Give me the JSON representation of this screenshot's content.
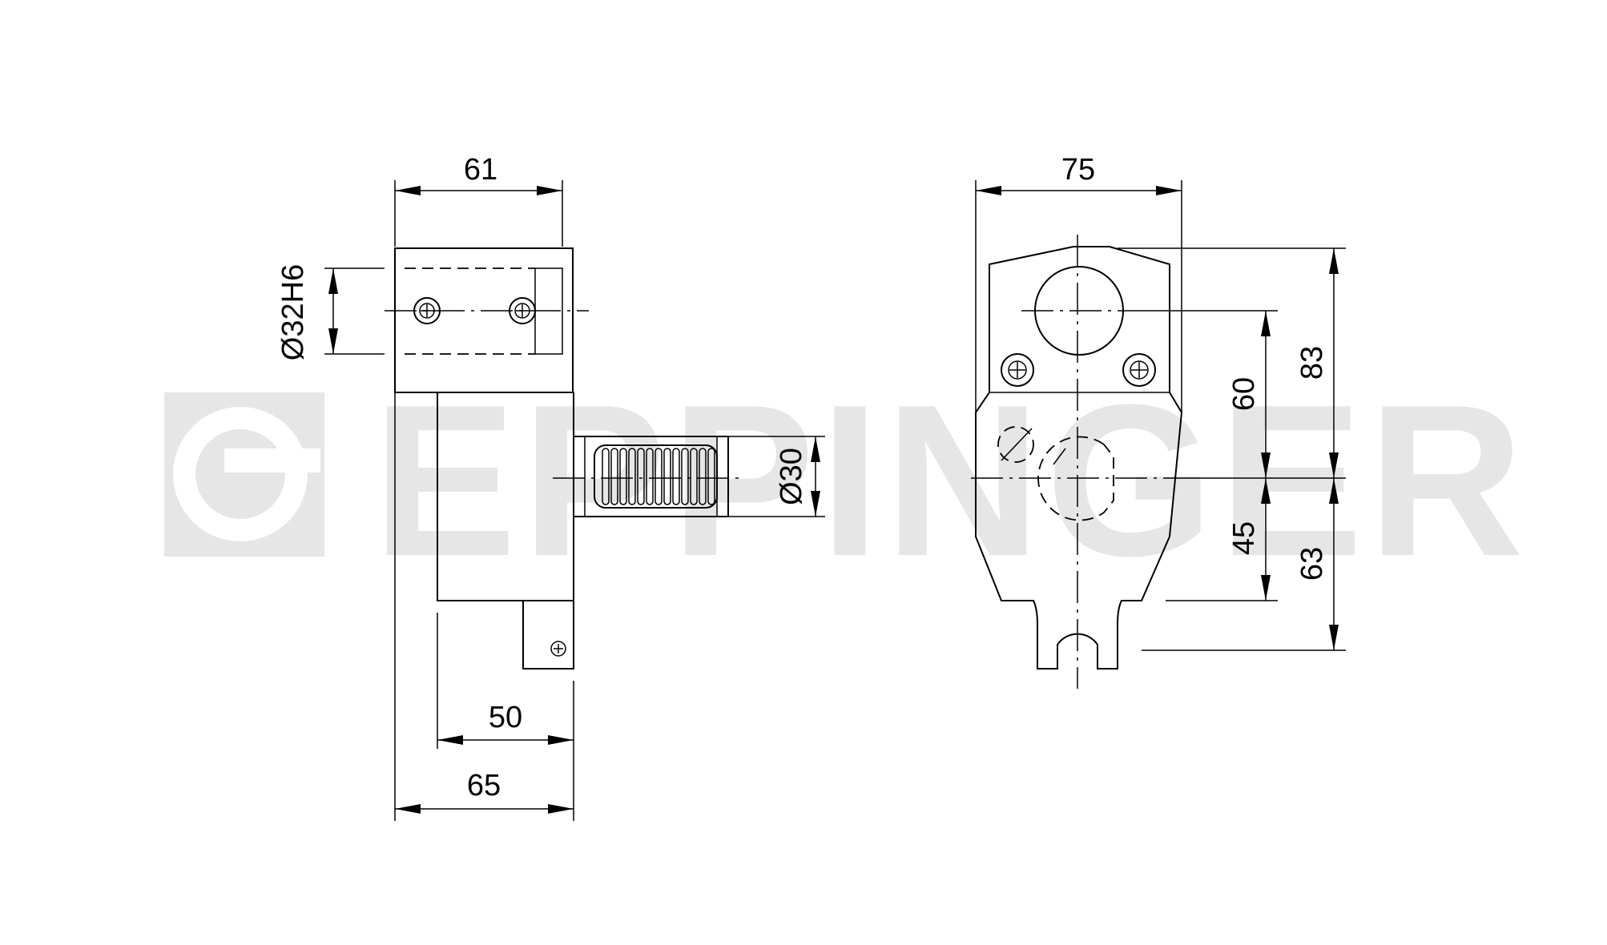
{
  "watermark": {
    "text": "EPPINGER"
  },
  "side_view": {
    "dim_width_top": "61",
    "dim_bore": "Ø32H6",
    "dim_shank": "Ø30",
    "dim_body": "50",
    "dim_overall": "65"
  },
  "front_view": {
    "dim_width": "75",
    "dim_upper_height": "83",
    "dim_bore_center": "60",
    "dim_lower_center": "45",
    "dim_lower_height": "63"
  }
}
